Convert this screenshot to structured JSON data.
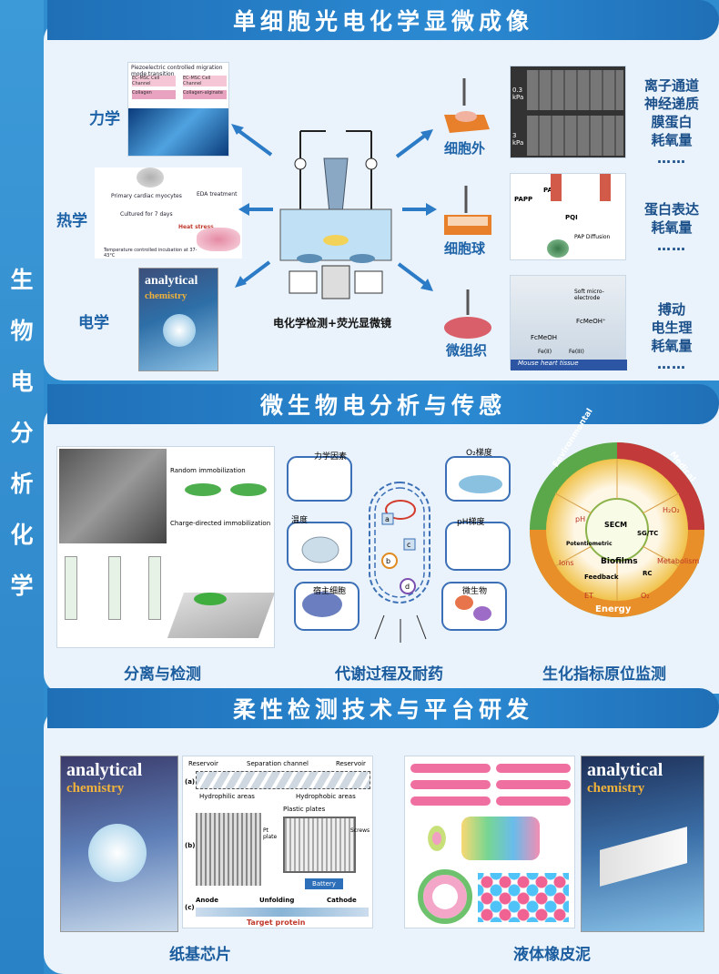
{
  "sidebar": {
    "title_chars": [
      "生",
      "物",
      "电",
      "分",
      "析",
      "化",
      "学"
    ]
  },
  "section1": {
    "header": "单细胞光电化学显微成像",
    "left_labels": [
      "力学",
      "热学",
      "电学"
    ],
    "center_caption": "电化学检测+荧光显微镜",
    "center_labels": [
      "细胞外",
      "细胞球",
      "微组织"
    ],
    "right_groups": [
      {
        "lines": [
          "离子通道",
          "神经递质",
          "膜蛋白",
          "耗氧量"
        ],
        "more": "……"
      },
      {
        "lines": [
          "蛋白表达",
          "耗氧量"
        ],
        "more": "……"
      },
      {
        "lines": [
          "搏动",
          "电生理",
          "耗氧量"
        ],
        "more": "……"
      }
    ],
    "fig_texts": {
      "mech_title": "Piezoelectric controlled migration mode transition",
      "mech_left_top": "EC-MSC Cell Channel",
      "mech_right_top": "EC-MSC Cell Channel",
      "mech_left_bottom": "Collagen",
      "mech_right_bottom": "Collagen-alginate",
      "thermo_1": "Primary cardiac myocytes",
      "thermo_2": "Cultured for 7 days",
      "thermo_3": "Temperature controlled incubation at 37-43°C",
      "thermo_4": "EDA treatment",
      "thermo_5": "Heat stress",
      "cover_title_1": "analytical",
      "cover_title_2": "chemistry",
      "pressure_1": "0.3 kPa",
      "pressure_2": "3 kPa",
      "pap": "PAPP",
      "pap2": "PAP",
      "pqi": "PQI",
      "pap_diff": "PAP Diffusion",
      "soft_probe": "Soft micro-electrode",
      "fcmeoh_plus": "FcMeOH⁺",
      "fcmeoh": "FcMeOH",
      "fe2": "Fe(II)",
      "fe3": "Fe(III)",
      "heart": "Mouse heart tissue"
    }
  },
  "section2": {
    "header": "微生物电分析与传感",
    "captions": [
      "分离与检测",
      "代谢过程及耐药",
      "生化指标原位监测"
    ],
    "fig_texts": {
      "random": "Random immobilization",
      "charge": "Charge-directed immobilization",
      "mech_factor": "力学因素",
      "o2_grad": "O₂梯度",
      "temp": "温度",
      "ph_grad": "pH梯度",
      "host": "宿主细胞",
      "microbe": "微生物",
      "node_a": "a",
      "node_b": "b",
      "node_c": "c",
      "node_d": "d",
      "ring_env": "Environmental",
      "ring_med": "Medical",
      "ring_energy": "Energy",
      "ring_items": [
        "pH",
        "H₂O₂",
        "Ions",
        "Metabolism",
        "ET",
        "O₂"
      ],
      "inner": [
        "SECM",
        "SG/TC",
        "RC",
        "Feedback",
        "Potentiometric",
        "Biofilms"
      ]
    }
  },
  "section3": {
    "header": "柔性检测技术与平台研发",
    "captions": [
      "纸基芯片",
      "液体橡皮泥"
    ],
    "fig_texts": {
      "cover_title_1": "analytical",
      "cover_title_2": "chemistry",
      "reservoir": "Reservoir",
      "sep_channel": "Separation channel",
      "hydrophilic": "Hydrophilic areas",
      "hydrophobic": "Hydrophobic areas",
      "plastic": "Plastic plates",
      "pt": "Pt plate",
      "screws": "Screws",
      "battery": "Battery",
      "anode": "Anode",
      "unfolding": "Unfolding",
      "cathode": "Cathode",
      "target": "Target protein",
      "panel_a": "(a)",
      "panel_b": "(b)",
      "panel_c": "(c)"
    }
  },
  "colors": {
    "primary": "#2b8ad3",
    "header": "#1f6fb6",
    "panel_bg": "#eaf3fb",
    "label": "#1e63a8"
  }
}
